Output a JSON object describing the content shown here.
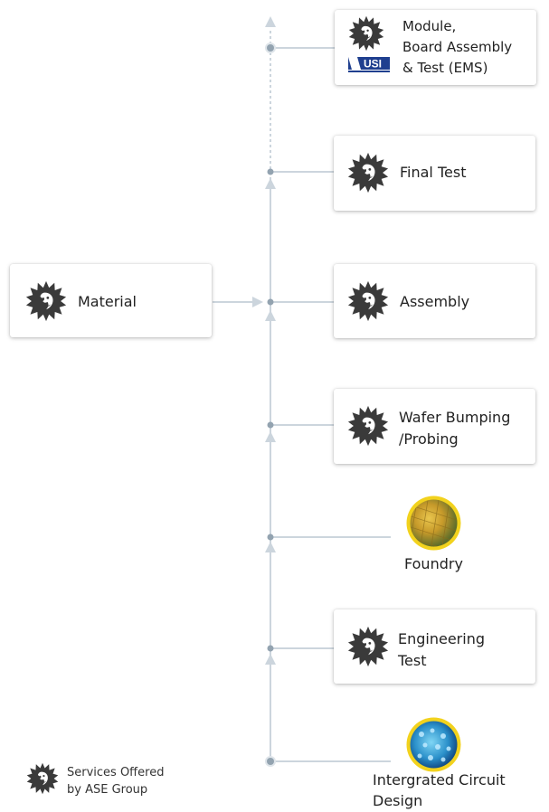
{
  "material": {
    "label": "Material"
  },
  "stages": {
    "module": {
      "line1": "Module,",
      "line2": "Board Assembly",
      "line3": "& Test (EMS)",
      "badge": "USI"
    },
    "final_test": {
      "label": "Final Test"
    },
    "assembly": {
      "label": "Assembly"
    },
    "wafer": {
      "line1": "Wafer Bumping",
      "line2": "/Probing"
    },
    "foundry": {
      "label": "Foundry"
    },
    "engineering": {
      "line1": "Engineering",
      "line2": "Test"
    },
    "ic_design": {
      "line1": "Intergrated Circuit",
      "line2": "Design"
    }
  },
  "legend": {
    "line1": "Services Offered",
    "line2": "by ASE Group"
  },
  "colors": {
    "line": "#ccd5dd",
    "dot": "#93a3b0",
    "logo": "#3a3a3a",
    "usi_blue": "#1f3f8f",
    "foundry_ring": "#f2d21d",
    "ic_ring": "#f2d21d"
  },
  "icons": {
    "ase_logo": "sunburst-face-icon",
    "usi_logo": "usi-logo-icon",
    "foundry_image": "wafer-photo-icon",
    "ic_image": "circuit-photo-icon"
  }
}
